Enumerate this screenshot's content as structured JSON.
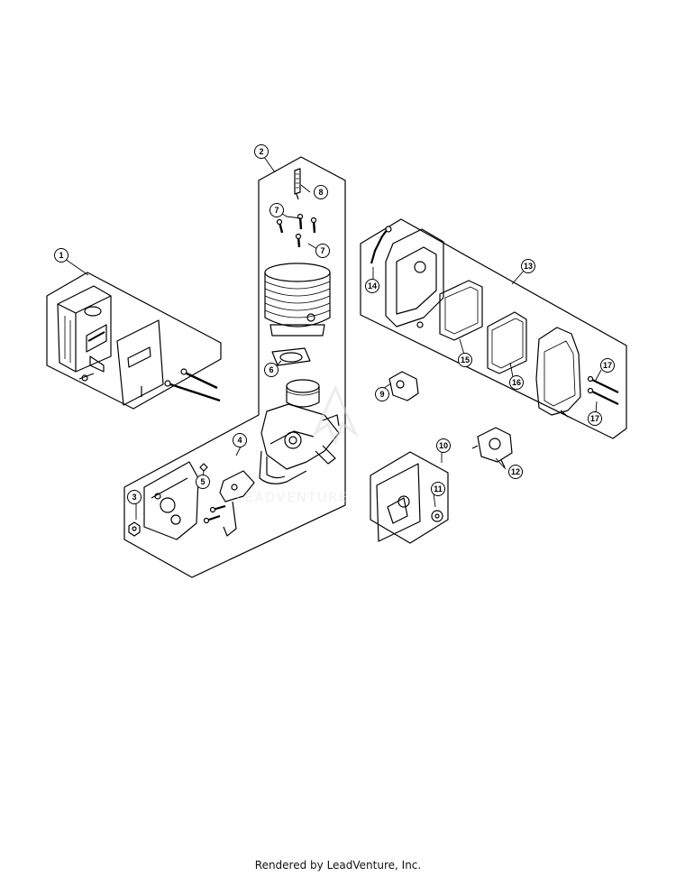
{
  "callouts": [
    "1",
    "2",
    "3",
    "4",
    "5",
    "6",
    "7",
    "7",
    "8",
    "9",
    "10",
    "11",
    "12",
    "13",
    "14",
    "15",
    "16",
    "17",
    "17"
  ],
  "watermark": "LEADVENTURE",
  "footer": {
    "text": "Rendered by LeadVenture, Inc."
  }
}
